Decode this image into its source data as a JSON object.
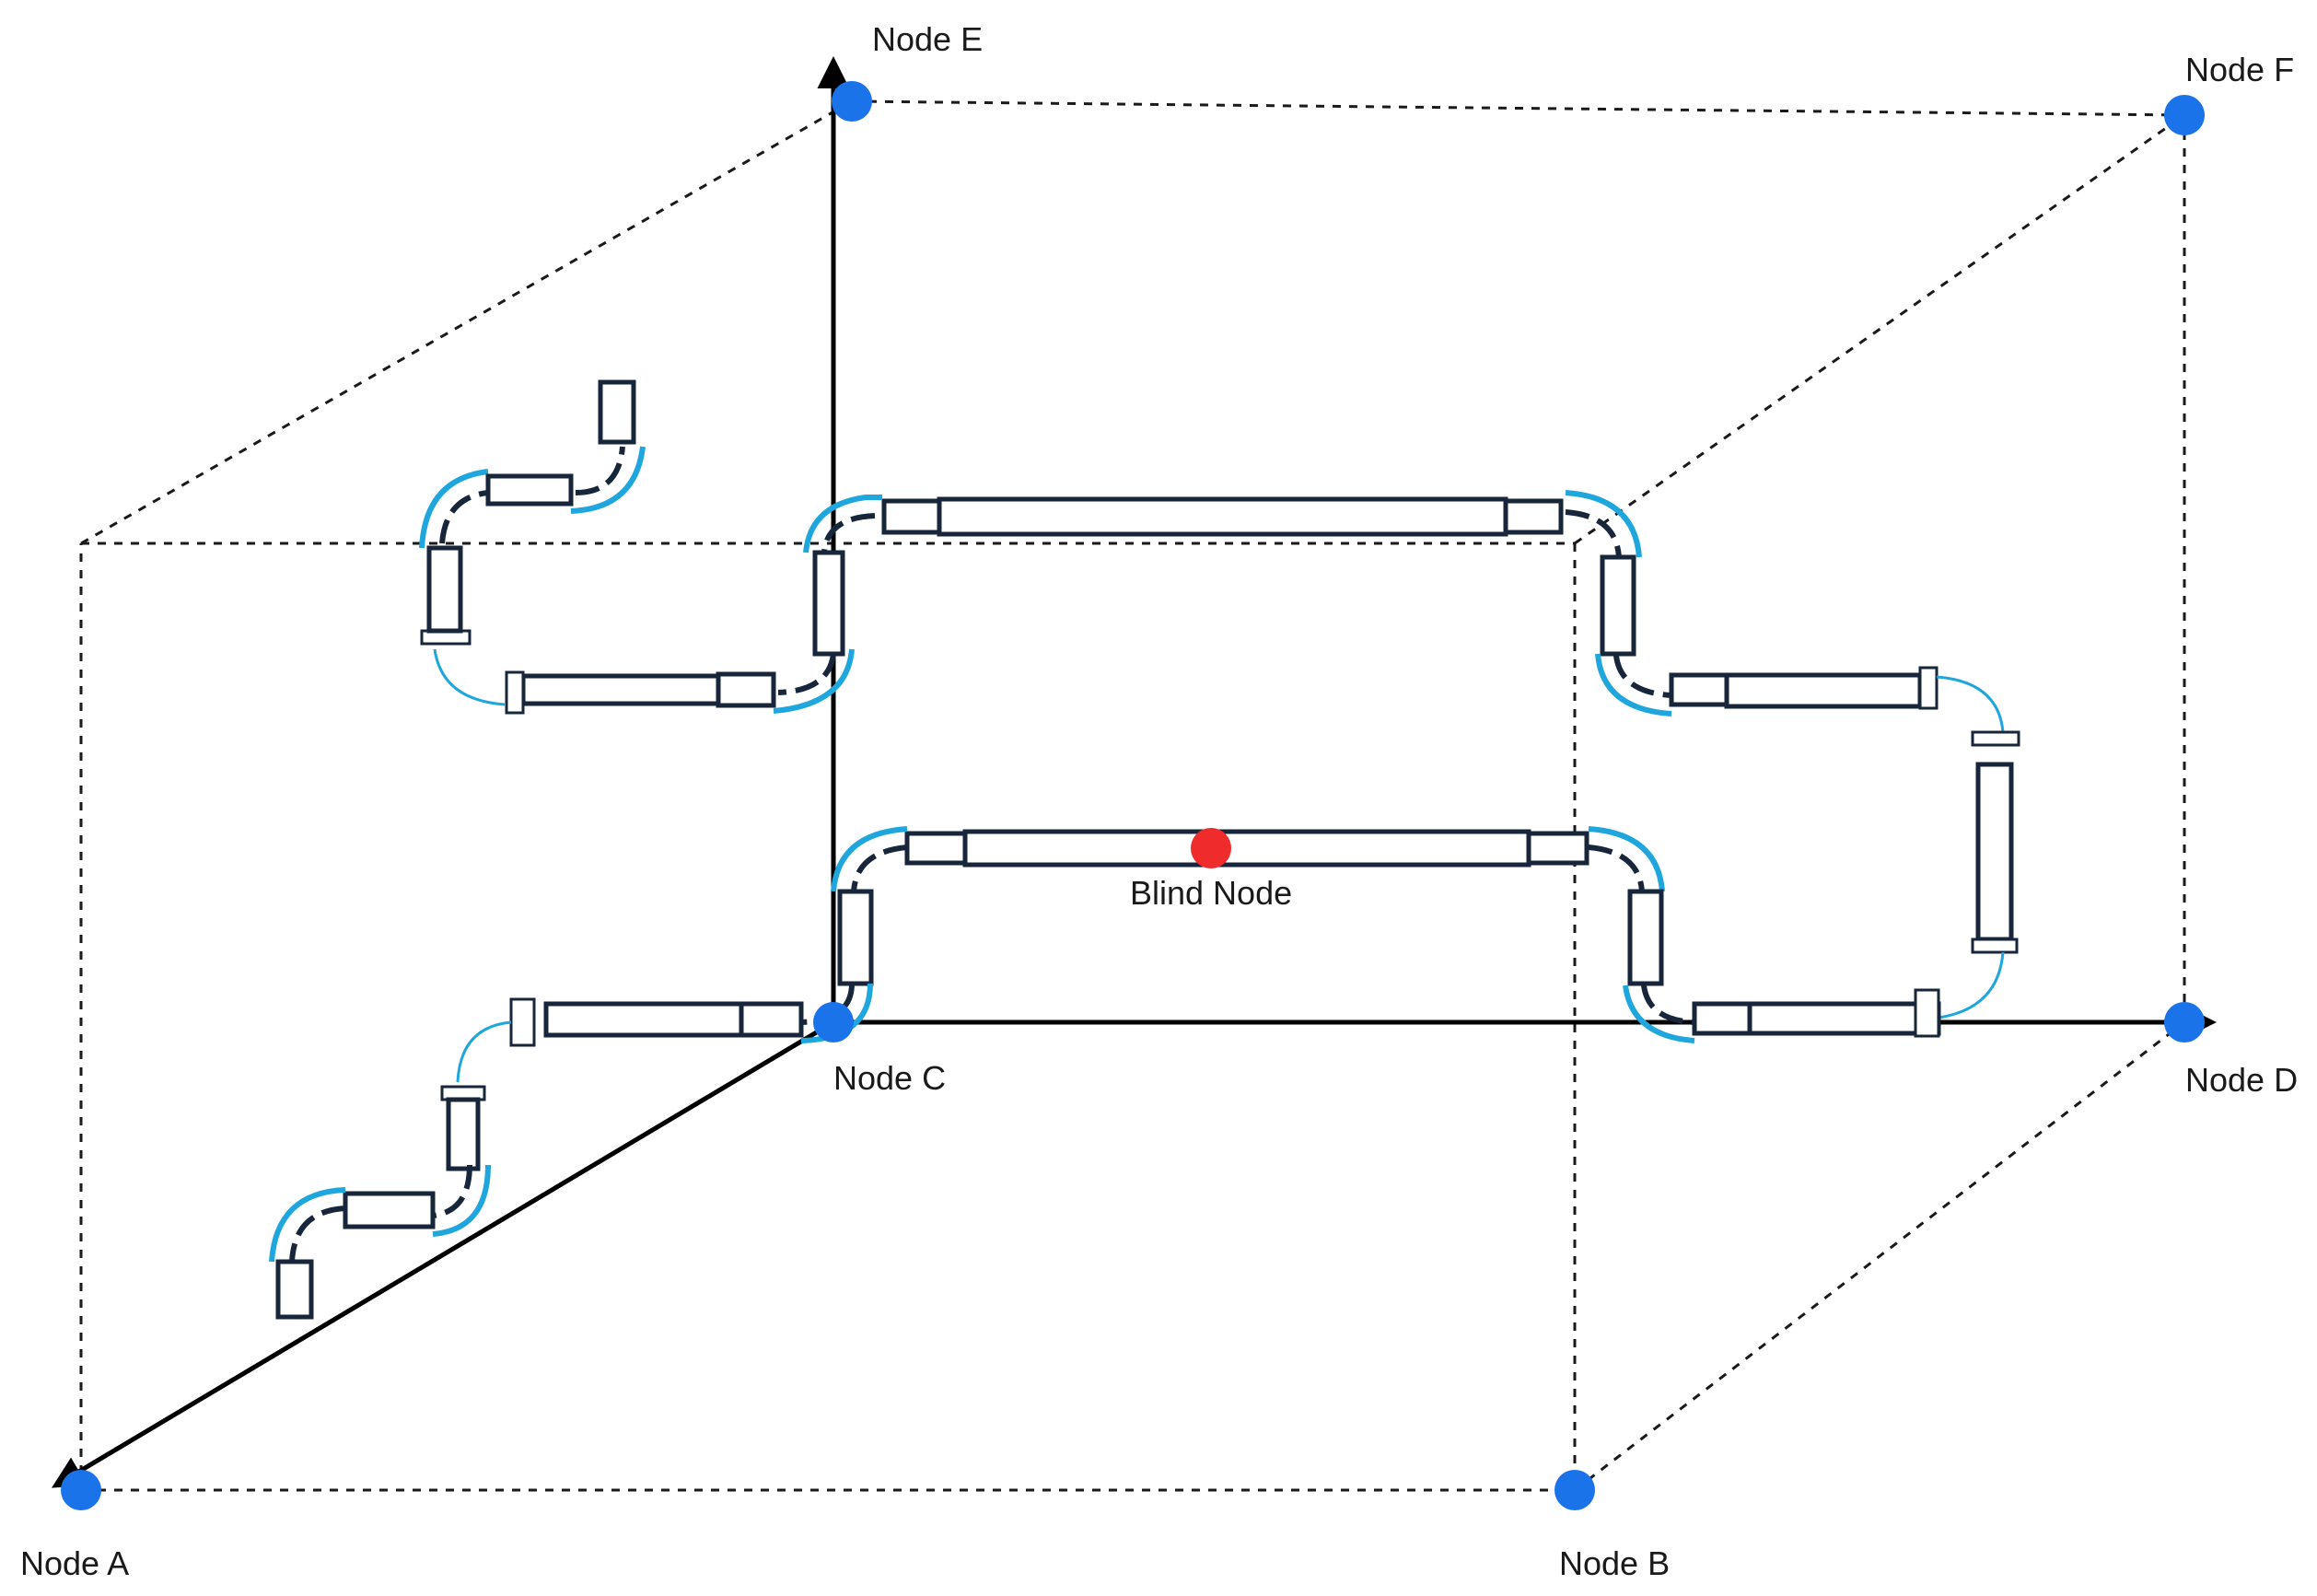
{
  "nodes": {
    "a": {
      "label": "Node A",
      "color": "#1a73e8"
    },
    "b": {
      "label": "Node B",
      "color": "#1a73e8"
    },
    "c": {
      "label": "Node C",
      "color": "#1a73e8"
    },
    "d": {
      "label": "Node D",
      "color": "#1a73e8"
    },
    "e": {
      "label": "Node E",
      "color": "#1a73e8"
    },
    "f": {
      "label": "Node F",
      "color": "#1a73e8"
    },
    "blind": {
      "label": "Blind Node",
      "color": "#ef2b2b"
    }
  },
  "colors": {
    "pipe_outline": "#17263a",
    "elbow_accent": "#1ea6dd",
    "edge": "#1a1a1a"
  }
}
